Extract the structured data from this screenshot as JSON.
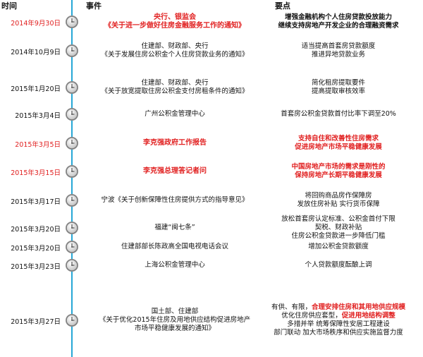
{
  "header": {
    "date": "时间",
    "event": "事件",
    "key": "要点"
  },
  "rows": [
    {
      "date": "2014年9月30日",
      "date_red": true,
      "event": [
        "央行、银监会",
        "《关于进一步做好住房金融服务工作的通知》"
      ],
      "event_red": true,
      "key": [
        [
          {
            "t": "增强金融机构个人住房贷款投放能力",
            "r": false
          }
        ],
        [
          {
            "t": "继续支持房地产开发企业的合理融资需求",
            "r": false
          }
        ]
      ],
      "key_bold": true
    },
    {
      "date": "2014年10月9日",
      "date_red": false,
      "event": [
        "住建部、财政部、央行",
        "《关于发展住房公积金个人住房贷款业务的通知》"
      ],
      "event_red": false,
      "key": [
        [
          {
            "t": "适当提高首套房贷款额度",
            "r": false
          }
        ],
        [
          {
            "t": "推进异地贷款业务",
            "r": false
          }
        ]
      ],
      "key_bold": false
    },
    {
      "date": "2015年1月20日",
      "date_red": false,
      "event": [
        "住建部、财政部、央行",
        "《关于放宽提取住房公积金支付房租条件的通知》"
      ],
      "event_red": false,
      "key": [
        [
          {
            "t": "简化租房提取要件",
            "r": false
          }
        ],
        [
          {
            "t": "提高提取审核效率",
            "r": false
          }
        ]
      ],
      "key_bold": false
    },
    {
      "date": "2015年3月4日",
      "date_red": false,
      "event": [
        "广州公积金管理中心"
      ],
      "event_red": false,
      "key": [
        [
          {
            "t": "首套房公积金贷款首付比率下调至20%",
            "r": false
          }
        ]
      ],
      "key_bold": false
    },
    {
      "date": "2015年3月5日",
      "date_red": true,
      "event": [
        "李克强政府工作报告"
      ],
      "event_red": true,
      "key": [
        [
          {
            "t": "支持自住和改善性住房需求",
            "r": true
          }
        ],
        [
          {
            "t": "促进房地产市场平稳健康发展",
            "r": true
          }
        ]
      ],
      "key_bold": true
    },
    {
      "date": "2015年3月15日",
      "date_red": true,
      "event": [
        "李克强总理答记者问"
      ],
      "event_red": true,
      "key": [
        [
          {
            "t": "中国房地产市场的需求是刚性的",
            "r": true
          }
        ],
        [
          {
            "t": "保持房地产长期平稳健康发展",
            "r": true
          }
        ]
      ],
      "key_bold": true
    },
    {
      "date": "2015年3月17日",
      "date_red": false,
      "event": [
        "宁波《关于创新保障性住房提供方式的指导意见》"
      ],
      "event_red": false,
      "key": [
        [
          {
            "t": "将回购商品房作保障房",
            "r": false
          }
        ],
        [
          {
            "t": "发放住房补贴  实行货币保障",
            "r": false
          }
        ]
      ],
      "key_bold": false
    },
    {
      "date": "2015年3月20日",
      "date_red": false,
      "event": [
        "福建“闽七条”"
      ],
      "event_red": false,
      "key": [
        [
          {
            "t": "放松首套房认定标准、公积金首付下限",
            "r": false
          }
        ],
        [
          {
            "t": "契税、财政补贴",
            "r": false
          }
        ],
        [
          {
            "t": "住房公积金贷款进一步降低门槛",
            "r": false
          }
        ]
      ],
      "key_bold": false
    },
    {
      "date": "2015年3月20日",
      "date_red": false,
      "event": [
        "住建部部长陈政高全国电视电话会议"
      ],
      "event_red": false,
      "key": [
        [
          {
            "t": "增加公积金贷款额度",
            "r": false
          }
        ]
      ],
      "key_bold": false
    },
    {
      "date": "2015年3月23日",
      "date_red": false,
      "event": [
        "上海公积金管理中心"
      ],
      "event_red": false,
      "key": [
        [
          {
            "t": "个人贷款额度酝酿上调",
            "r": false
          }
        ]
      ],
      "key_bold": false
    },
    {
      "date": "2015年3月27日",
      "date_red": false,
      "event": [
        "国土部、住建部",
        "《关于优化2015年住房及用地供应结构促进房地产",
        "市场平稳健康发展的通知》"
      ],
      "event_red": false,
      "key": [
        [
          {
            "t": "有供、有限，",
            "r": false
          },
          {
            "t": "合理安排住房和其用地供应规模",
            "r": true
          }
        ],
        [
          {
            "t": "优化住房供应套型，",
            "r": false
          },
          {
            "t": "促进用地结构调整",
            "r": true
          }
        ],
        [
          {
            "t": "多措并举  统筹保障性安居工程建设",
            "r": false
          }
        ],
        [
          {
            "t": "部门联动  加大市场秩序和供应实施监督力度",
            "r": false
          }
        ]
      ],
      "key_bold": false
    }
  ]
}
